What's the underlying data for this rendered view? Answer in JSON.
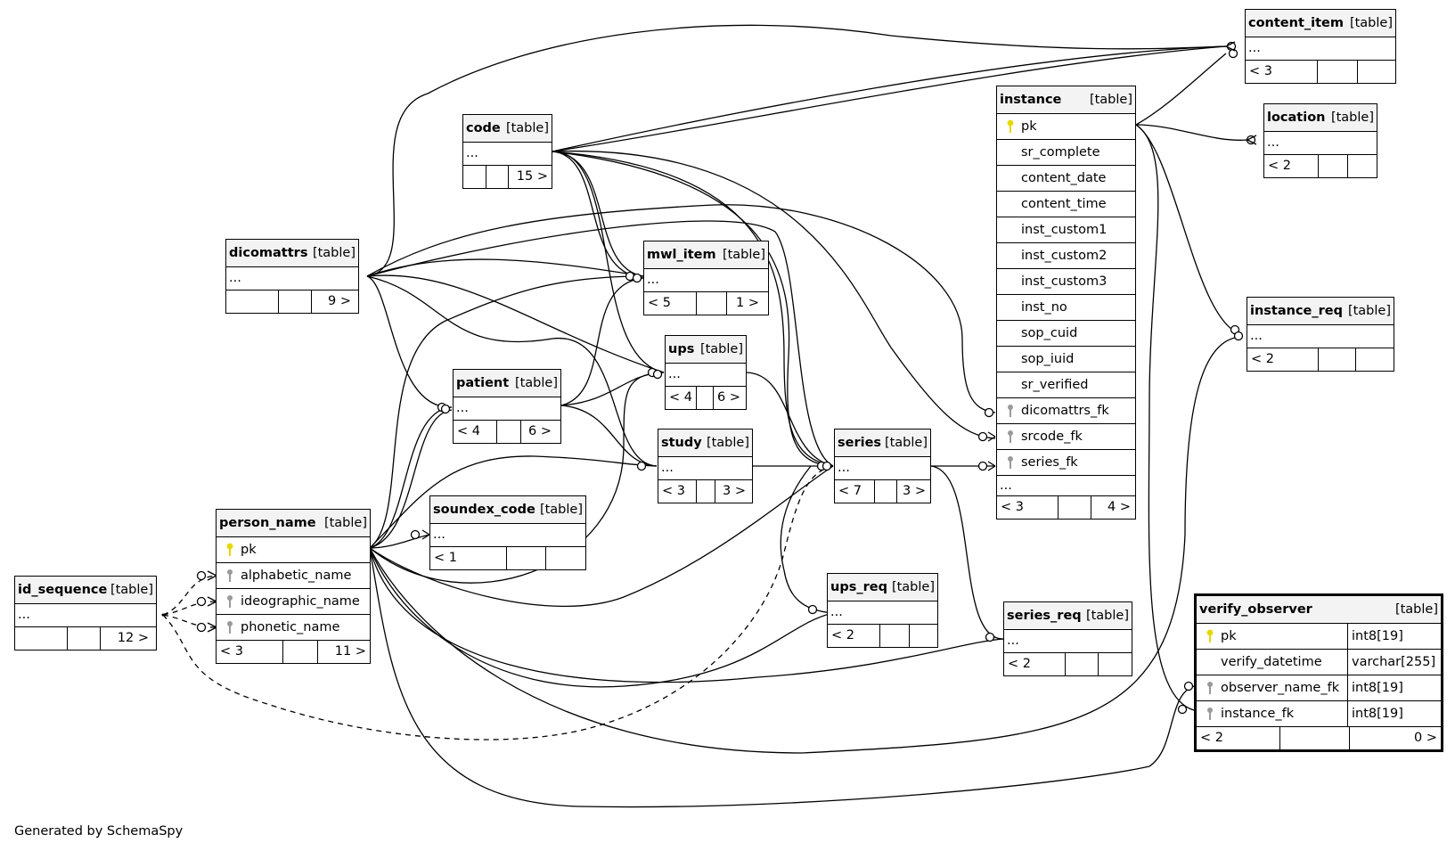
{
  "tables": {
    "content_item": {
      "name": "content_item",
      "kind": "[table]",
      "rows": [
        "..."
      ],
      "parents": "< 3",
      "children": ""
    },
    "location": {
      "name": "location",
      "kind": "[table]",
      "rows": [
        "..."
      ],
      "parents": "< 2",
      "children": ""
    },
    "instance_req": {
      "name": "instance_req",
      "kind": "[table]",
      "rows": [
        "..."
      ],
      "parents": "< 2",
      "children": ""
    },
    "code": {
      "name": "code",
      "kind": "[table]",
      "rows": [
        "..."
      ],
      "parents": "",
      "children": "15 >"
    },
    "dicomattrs": {
      "name": "dicomattrs",
      "kind": "[table]",
      "rows": [
        "..."
      ],
      "parents": "",
      "children": "9 >"
    },
    "mwl_item": {
      "name": "mwl_item",
      "kind": "[table]",
      "rows": [
        "..."
      ],
      "parents": "< 5",
      "children": "1 >"
    },
    "ups": {
      "name": "ups",
      "kind": "[table]",
      "rows": [
        "..."
      ],
      "parents": "< 4",
      "children": "6 >"
    },
    "patient": {
      "name": "patient",
      "kind": "[table]",
      "rows": [
        "..."
      ],
      "parents": "< 4",
      "children": "6 >"
    },
    "study": {
      "name": "study",
      "kind": "[table]",
      "rows": [
        "..."
      ],
      "parents": "< 3",
      "children": "3 >"
    },
    "series": {
      "name": "series",
      "kind": "[table]",
      "rows": [
        "..."
      ],
      "parents": "< 7",
      "children": "3 >"
    },
    "soundex_code": {
      "name": "soundex_code",
      "kind": "[table]",
      "rows": [
        "..."
      ],
      "parents": "< 1",
      "children": ""
    },
    "ups_req": {
      "name": "ups_req",
      "kind": "[table]",
      "rows": [
        "..."
      ],
      "parents": "< 2",
      "children": ""
    },
    "series_req": {
      "name": "series_req",
      "kind": "[table]",
      "rows": [
        "..."
      ],
      "parents": "< 2",
      "children": ""
    },
    "id_sequence": {
      "name": "id_sequence",
      "kind": "[table]",
      "rows": [
        "..."
      ],
      "parents": "",
      "children": "12 >"
    },
    "person_name": {
      "name": "person_name",
      "kind": "[table]",
      "rows": [
        "pk",
        "alphabetic_name",
        "ideographic_name",
        "phonetic_name"
      ],
      "parents": "< 3",
      "children": "11 >"
    },
    "instance": {
      "name": "instance",
      "kind": "[table]",
      "rows": [
        "pk",
        "sr_complete",
        "content_date",
        "content_time",
        "inst_custom1",
        "inst_custom2",
        "inst_custom3",
        "inst_no",
        "sop_cuid",
        "sop_iuid",
        "sr_verified",
        "dicomattrs_fk",
        "srcode_fk",
        "series_fk",
        "..."
      ],
      "parents": "< 3",
      "children": "4 >"
    },
    "verify_observer": {
      "name": "verify_observer",
      "kind": "[table]",
      "rows": [
        "pk",
        "verify_datetime",
        "observer_name_fk",
        "instance_fk"
      ],
      "types": [
        "int8[19]",
        "varchar[255]",
        "int8[19]",
        "int8[19]"
      ],
      "parents": "< 2",
      "children": "0 >"
    }
  },
  "footer": "Generated by SchemaSpy",
  "colors": {
    "header_bg": "#f3f3f3",
    "line": "#000000",
    "primary_key": "#e6d800",
    "foreign_key": "#9a9a9a"
  }
}
